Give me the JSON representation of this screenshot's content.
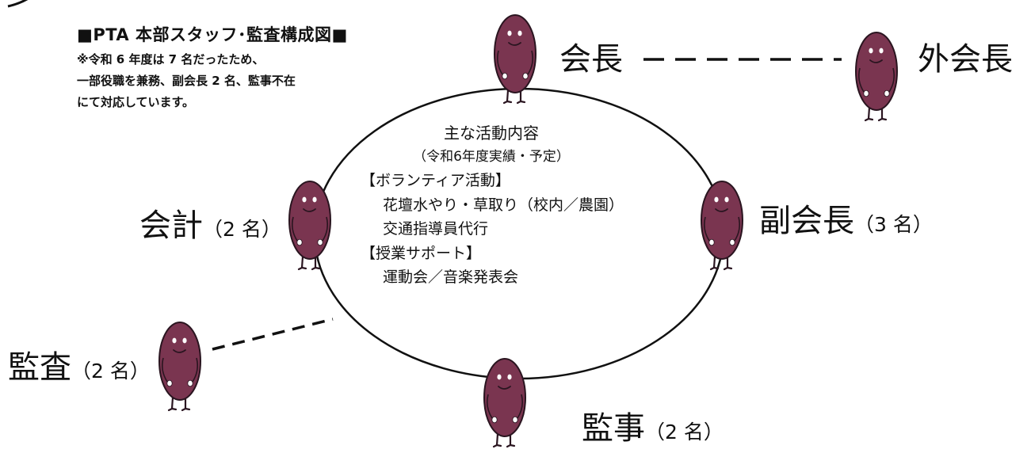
{
  "header_note": {
    "title": "■PTA 本部スタッフ･監査構成図■",
    "lines": [
      "※令和 6 年度は 7 名だったため、",
      "一部役職を兼務、副会長 2 名、監事不在",
      "にて対応しています。"
    ]
  },
  "roles": {
    "president": {
      "main": "会長",
      "sub": ""
    },
    "outside_president": {
      "main": "外会長",
      "sub": ""
    },
    "vice_president": {
      "main": "副会長",
      "sub": "（3 名）"
    },
    "accountant": {
      "main": "会計",
      "sub": "（2 名）"
    },
    "auditor": {
      "main": "監査",
      "sub": "（2 名）"
    },
    "supervisor": {
      "main": "監事",
      "sub": "（2 名）"
    }
  },
  "activities": {
    "title": "主な活動内容",
    "subtitle": "（令和6年度実績・予定）",
    "items": [
      {
        "text": "【ボランティア活動】",
        "indent": false
      },
      {
        "text": "花壇水やり・草取り（校内／農園）",
        "indent": true
      },
      {
        "text": "交通指導員代行",
        "indent": true
      },
      {
        "text": "【授業サポート】",
        "indent": false
      },
      {
        "text": "運動会／音楽発表会",
        "indent": true
      }
    ]
  },
  "colors": {
    "character_body": "#7a3550",
    "character_outline": "#2a1520",
    "line": "#111111"
  }
}
